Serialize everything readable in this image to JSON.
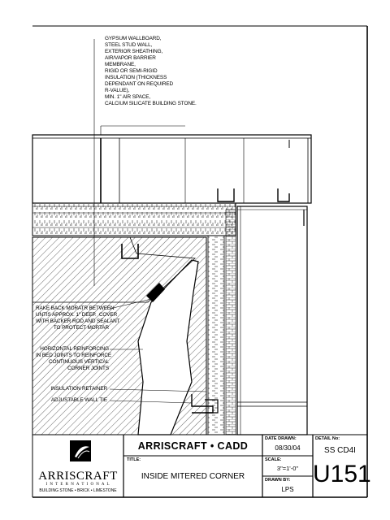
{
  "notes": {
    "wall_assembly": "GYPSUM WALLBOARD,\nSTEEL STUD WALL,\nEXTERIOR SHEATHING,\nAIR/VAPOR BARRIER\nMEMBRANE,\nRIGID OR SEMI-RIGID\nINSULATION (THICKNESS\nDEPENDANT ON REQUIRED\nR-VALUE),\nMIN. 1\" AIR SPACE,\nCALCIUM SILICATE BUILDING STONE.",
    "rake_back": "RAKE BACK MORATR BETWEEN\nUNTIS APPROX. 1\" DEEP.  COVER\nWITH BACKER ROD AND SEALANT\nTO PROTECT MORTAR",
    "horizontal_reinforcing": "HORIZONTAL REINFORCING\nIN BED JOINTS TO REINFORCE\nCONTINUOUS VERTICAL\nCORNER JOINTS",
    "insulation_retainer": "INSULATION RETAINER",
    "wall_tie": "ADJUSTABLE WALL TIE"
  },
  "title_block": {
    "company_name": "ARRISCRAFT",
    "company_sub": "I N T E R N A T I O N A L",
    "company_tagline": "BUILDING STONE • BRICK • LIMESTONE",
    "header": "ARRISCRAFT • CADD",
    "title_label": "TITLE:",
    "title": "INSIDE MITERED CORNER",
    "date_label": "DATE DRAWN:",
    "date": "08/30/04",
    "scale_label": "SCALE:",
    "scale": "3\"=1'-0\"",
    "drawn_label": "DRAWN BY:",
    "drawn_by": "LPS",
    "detail_label": "DETAIL No:",
    "detail_code": "SS CD4I",
    "detail_number": "U151"
  }
}
